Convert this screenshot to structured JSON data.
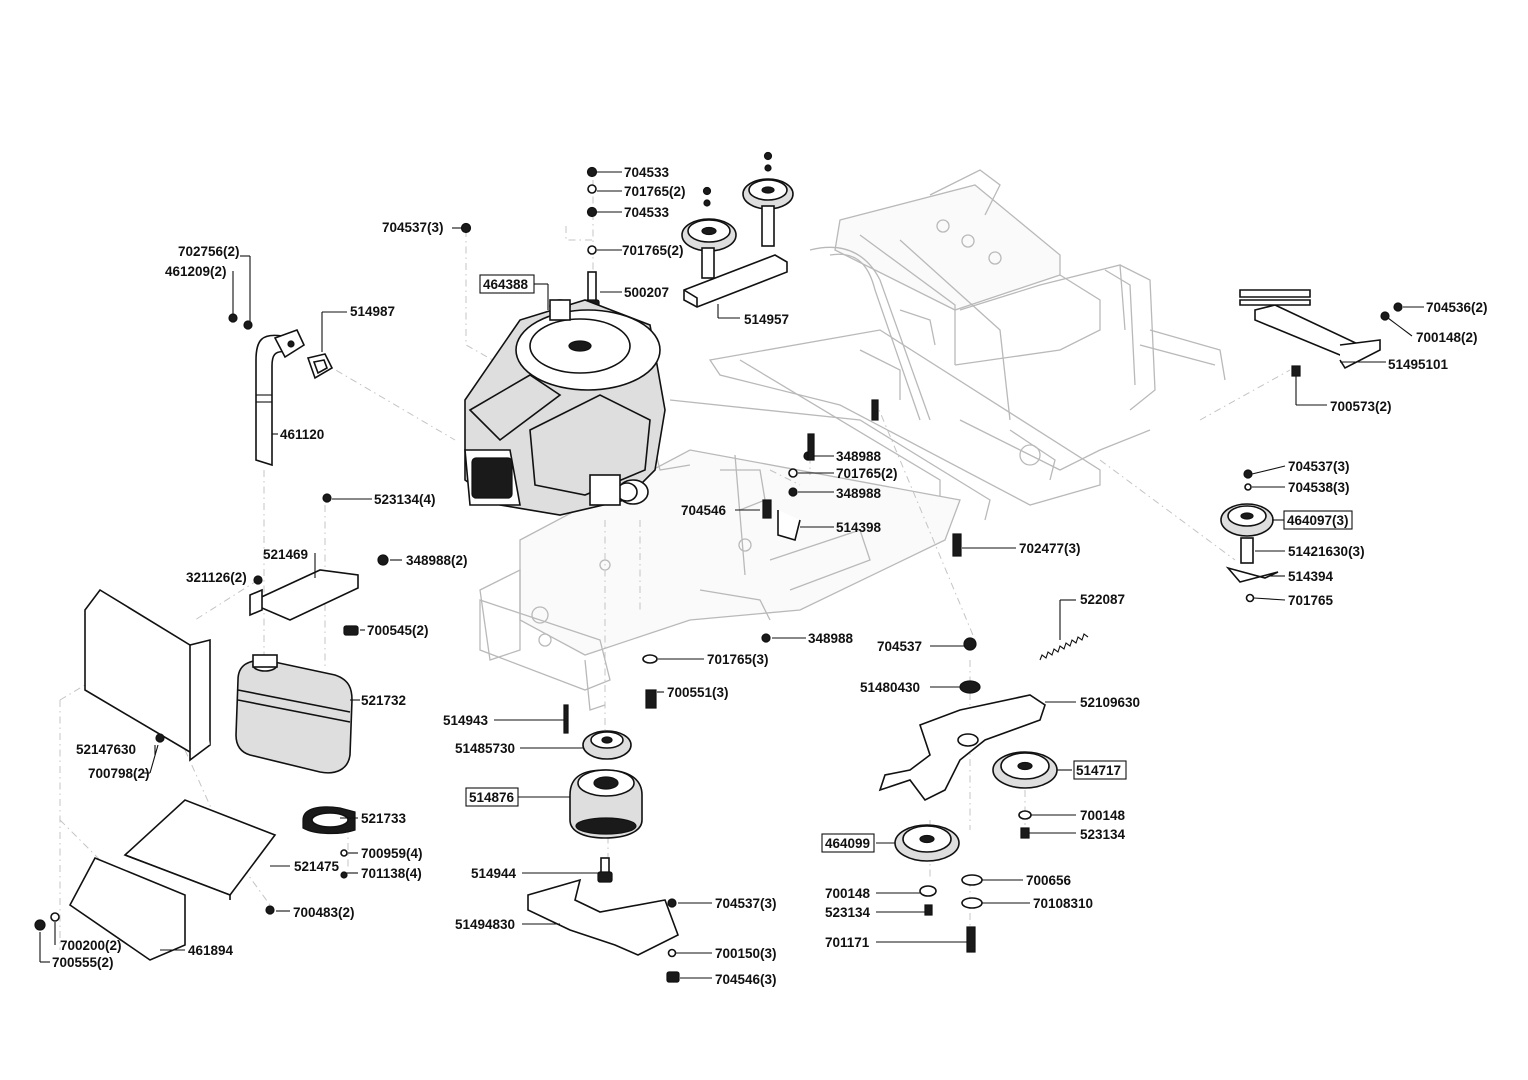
{
  "diagram": {
    "labels": [
      {
        "id": "704533a",
        "text": "704533"
      },
      {
        "id": "701765_2a",
        "text": "701765(2)"
      },
      {
        "id": "704533b",
        "text": "704533"
      },
      {
        "id": "701765_2b",
        "text": "701765(2)"
      },
      {
        "id": "500207",
        "text": "500207"
      },
      {
        "id": "514957",
        "text": "514957"
      },
      {
        "id": "704537_3a",
        "text": "704537(3)"
      },
      {
        "id": "464388",
        "text": "464388",
        "boxed": true
      },
      {
        "id": "702756_2",
        "text": "702756(2)"
      },
      {
        "id": "461209_2",
        "text": "461209(2)"
      },
      {
        "id": "514987",
        "text": "514987"
      },
      {
        "id": "461120",
        "text": "461120"
      },
      {
        "id": "523134_4",
        "text": "523134(4)"
      },
      {
        "id": "521469",
        "text": "521469"
      },
      {
        "id": "348988_2",
        "text": "348988(2)"
      },
      {
        "id": "321126_2",
        "text": "321126(2)"
      },
      {
        "id": "700545_2",
        "text": "700545(2)"
      },
      {
        "id": "521732",
        "text": "521732"
      },
      {
        "id": "52147630",
        "text": "52147630"
      },
      {
        "id": "700798_2",
        "text": "700798(2)"
      },
      {
        "id": "521733",
        "text": "521733"
      },
      {
        "id": "700959_4",
        "text": "700959(4)"
      },
      {
        "id": "521475",
        "text": "521475"
      },
      {
        "id": "701138_4",
        "text": "701138(4)"
      },
      {
        "id": "700483_2",
        "text": "700483(2)"
      },
      {
        "id": "700200_2",
        "text": "700200(2)"
      },
      {
        "id": "700555_2",
        "text": "700555(2)"
      },
      {
        "id": "461894",
        "text": "461894"
      },
      {
        "id": "348988a",
        "text": "348988"
      },
      {
        "id": "701765_2c",
        "text": "701765(2)"
      },
      {
        "id": "348988b",
        "text": "348988"
      },
      {
        "id": "704546",
        "text": "704546"
      },
      {
        "id": "514398",
        "text": "514398"
      },
      {
        "id": "702477_3",
        "text": "702477(3)"
      },
      {
        "id": "348988c",
        "text": "348988"
      },
      {
        "id": "701765_3",
        "text": "701765(3)"
      },
      {
        "id": "700551_3",
        "text": "700551(3)"
      },
      {
        "id": "514943",
        "text": "514943"
      },
      {
        "id": "51485730",
        "text": "51485730"
      },
      {
        "id": "514876",
        "text": "514876",
        "boxed": true
      },
      {
        "id": "514944",
        "text": "514944"
      },
      {
        "id": "51494830",
        "text": "51494830"
      },
      {
        "id": "704537_3b",
        "text": "704537(3)"
      },
      {
        "id": "700150_3",
        "text": "700150(3)"
      },
      {
        "id": "704546_3",
        "text": "704546(3)"
      },
      {
        "id": "704536_2",
        "text": "704536(2)"
      },
      {
        "id": "700148_2",
        "text": "700148(2)"
      },
      {
        "id": "51495101",
        "text": "51495101"
      },
      {
        "id": "700573_2",
        "text": "700573(2)"
      },
      {
        "id": "704537_3c",
        "text": "704537(3)"
      },
      {
        "id": "704538_3",
        "text": "704538(3)"
      },
      {
        "id": "464097_3",
        "text": "464097(3)",
        "boxed": true
      },
      {
        "id": "51421630_3",
        "text": "51421630(3)"
      },
      {
        "id": "514394",
        "text": "514394"
      },
      {
        "id": "701765",
        "text": "701765"
      },
      {
        "id": "522087",
        "text": "522087"
      },
      {
        "id": "704537",
        "text": "704537"
      },
      {
        "id": "51480430",
        "text": "51480430"
      },
      {
        "id": "52109630",
        "text": "52109630"
      },
      {
        "id": "514717",
        "text": "514717",
        "boxed": true
      },
      {
        "id": "700148a",
        "text": "700148"
      },
      {
        "id": "523134a",
        "text": "523134"
      },
      {
        "id": "464099",
        "text": "464099",
        "boxed": true
      },
      {
        "id": "700656",
        "text": "700656"
      },
      {
        "id": "700148b",
        "text": "700148"
      },
      {
        "id": "70108310",
        "text": "70108310"
      },
      {
        "id": "523134b",
        "text": "523134"
      },
      {
        "id": "701171",
        "text": "701171"
      }
    ]
  }
}
